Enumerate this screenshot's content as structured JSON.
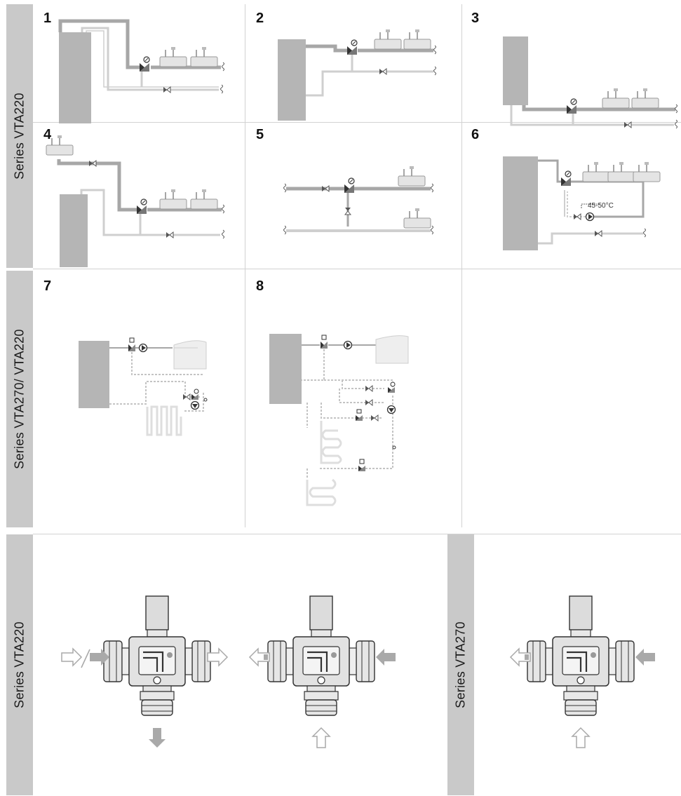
{
  "sections": [
    {
      "label": "Series VTA220"
    },
    {
      "label": "Series VTA270/ VTA220"
    },
    {
      "label": "Series VTA220"
    },
    {
      "label": "Series VTA270"
    }
  ],
  "panels": [
    {
      "number": "1"
    },
    {
      "number": "2"
    },
    {
      "number": "3"
    },
    {
      "number": "4"
    },
    {
      "number": "5"
    },
    {
      "number": "6"
    },
    {
      "number": "7"
    },
    {
      "number": "8"
    }
  ],
  "annotations": {
    "temperature": "45-50°C"
  },
  "colors": {
    "sidebar": "#c9c9c9",
    "pipe_hot": "#a7a7a7",
    "tank": "#b5b5b5",
    "grid_line": "#d2d2d2"
  }
}
